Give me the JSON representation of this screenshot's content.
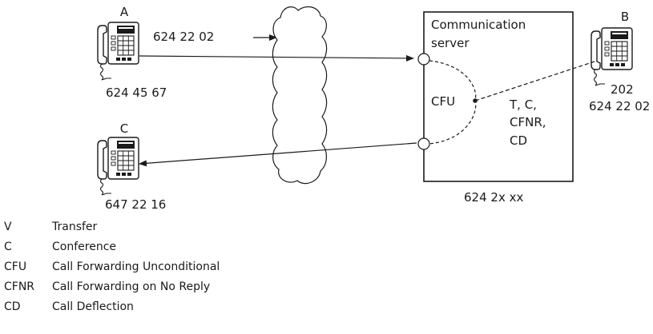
{
  "phones": {
    "A": {
      "letter": "A",
      "number": "624 45 67"
    },
    "B": {
      "letter": "B",
      "extension": "202",
      "number": "624 22 02"
    },
    "C": {
      "letter": "C",
      "number": "647 22 16"
    }
  },
  "dialed_number": "624 22 02",
  "server": {
    "title_line1": "Communication",
    "title_line2": "server",
    "cfu_label": "CFU",
    "services_lines": [
      "T, C,",
      "CFNR,",
      "CD"
    ],
    "number_range": "624 2x xx"
  },
  "legend": [
    {
      "abbr": "V",
      "meaning": "Transfer"
    },
    {
      "abbr": "C",
      "meaning": "Conference"
    },
    {
      "abbr": "CFU",
      "meaning": "Call Forwarding Unconditional"
    },
    {
      "abbr": "CFNR",
      "meaning": "Call Forwarding on No Reply"
    },
    {
      "abbr": "CD",
      "meaning": "Call Deflection"
    }
  ]
}
